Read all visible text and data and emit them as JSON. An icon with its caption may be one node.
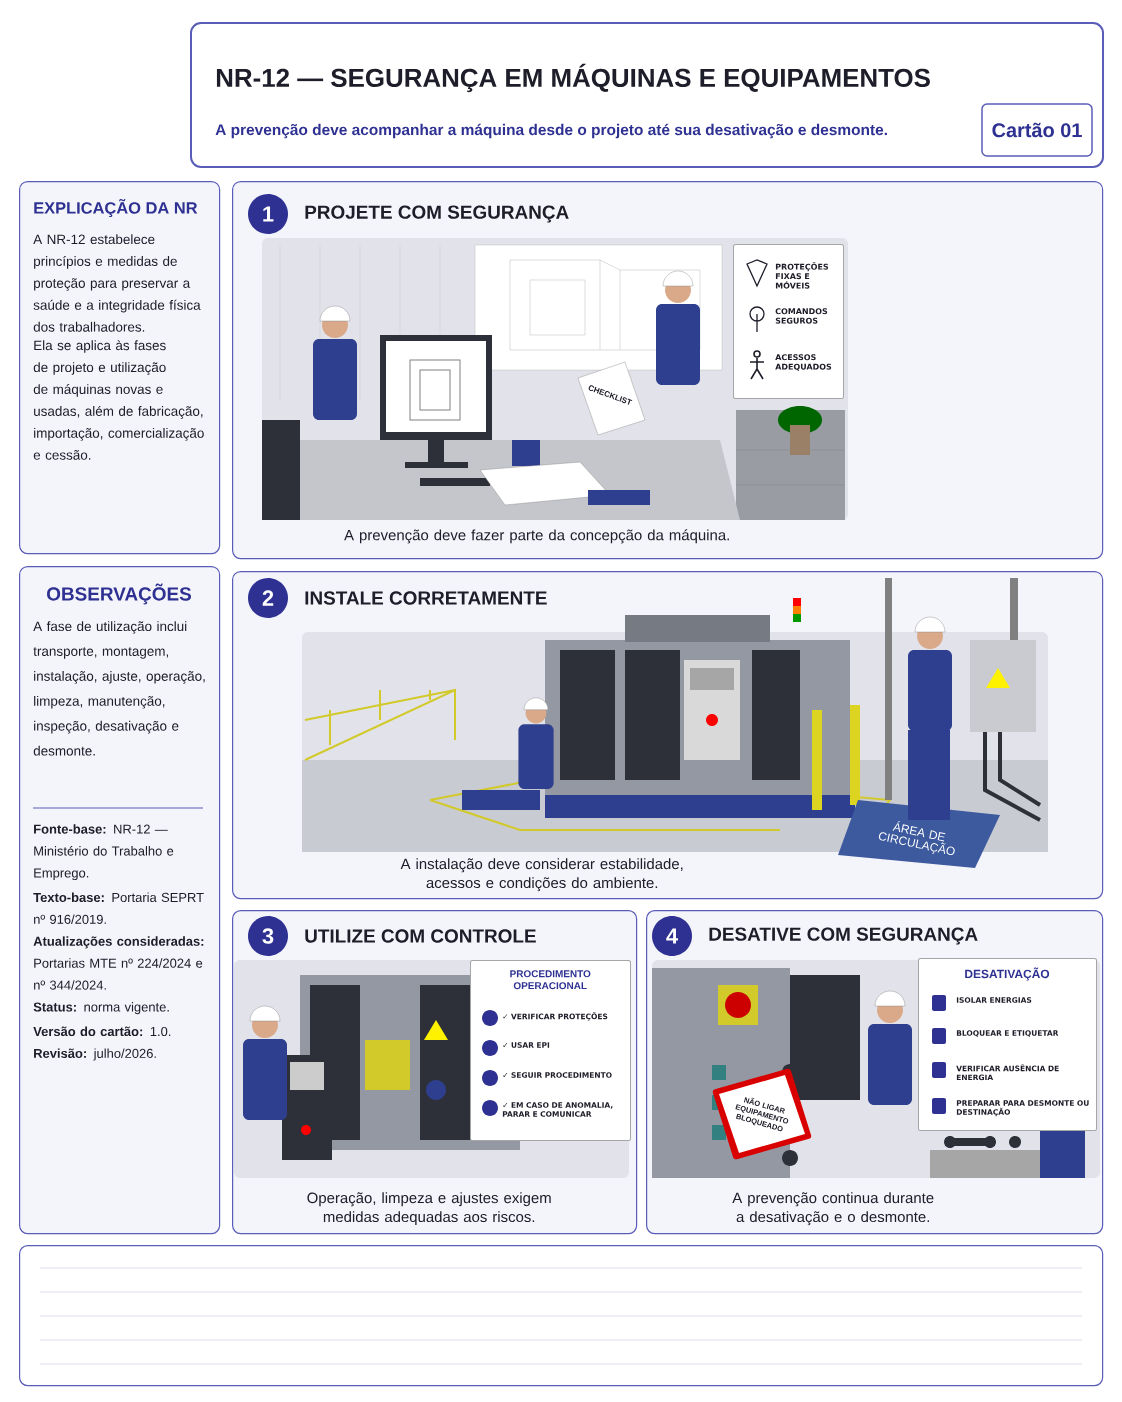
{
  "diagram": {
    "title": "NR-12 — SEGURANÇA EM MÁQUINAS E EQUIPAMENTOS",
    "nodes": [
      {
        "text": [
          "A prevenção deve acompanhar a máquina desde o projeto até sua desativação e desmonte."
        ]
      },
      {
        "text": [
          "Cartão 01"
        ],
        "in": 0
      },
      {
        "text": [
          "EXPLICAÇÃO DA NR",
          "A NR-12 estabelece princípios e medidas de proteção para preservar a saúde e a integridade física dos trabalhadores.",
          "Ela se aplica às fases de projeto e utilização de máquinas novas e usadas, além de fabricação, importação, comercialização e cessão."
        ]
      },
      {
        "text": [
          "PROJETE COM SEGURANÇA",
          "A prevenção deve fazer parte da concepção da máquina."
        ]
      },
      {
        "text": [
          "1"
        ],
        "in": 3
      },
      {
        "text": [
          "PROTEÇÕES FIXAS E MÓVEIS",
          "COMANDOS SEGUROS",
          "ACESSOS ADEQUADOS"
        ],
        "in": 3
      },
      {
        "text": [
          "OBSERVAÇÕES",
          "A fase de utilização inclui transporte, montagem, instalação, ajuste, operação, limpeza, manutenção, inspeção, desativação e desmonte.",
          "**Fonte-base:** NR-12 — Ministério do Trabalho e Emprego.",
          "**Texto-base:** Portaria SEPRT nº 916/2019.",
          "**Atualizações consideradas:** Portarias MTE nº 224/2024 e nº 344/2024.",
          "**Status:** norma vigente.",
          "**Versão do cartão:** 1.0.",
          "**Revisão:** julho/2026."
        ]
      },
      {
        "text": [
          "INSTALE CORRETAMENTE",
          "A instalação deve considerar estabilidade, acessos e condições do ambiente."
        ]
      },
      {
        "text": [
          "2"
        ],
        "in": 7
      },
      {
        "text": [
          "UTILIZE COM CONTROLE",
          "Operação, limpeza e ajustes exigem medidas adequadas aos riscos."
        ]
      },
      {
        "text": [
          "3"
        ],
        "in": 9
      },
      {
        "text": [
          "PROCEDIMENTO OPERACIONAL",
          "✓ VERIFICAR PROTEÇÕES",
          "✓ USAR EPI",
          "✓ SEGUIR PROCEDIMENTO",
          "✓ EM CASO DE ANOMALIA, PARAR E COMUNICAR"
        ],
        "in": 9
      },
      {
        "text": [
          "DESATIVE COM SEGURANÇA",
          "A prevenção continua durante a desativação e o desmonte."
        ]
      },
      {
        "text": [
          "4"
        ],
        "in": 12
      },
      {
        "text": [
          "DESATIVAÇÃO",
          "ISOLAR ENERGIAS",
          "BLOQUEAR E ETIQUETAR",
          "VERIFICAR AUSÊNCIA DE ENERGIA",
          "PREPARAR PARA DESMONTE OU DESTINAÇÃO"
        ],
        "in": 12
      },
      {
        "text": [],
        "shape": "box"
      }
    ],
    "labels": [
      "CHECKLIST",
      "ÁREA DE CIRCULAÇÃO",
      "NÃO LIGAR EQUIPAMENTO BLOQUEADO"
    ]
  }
}
